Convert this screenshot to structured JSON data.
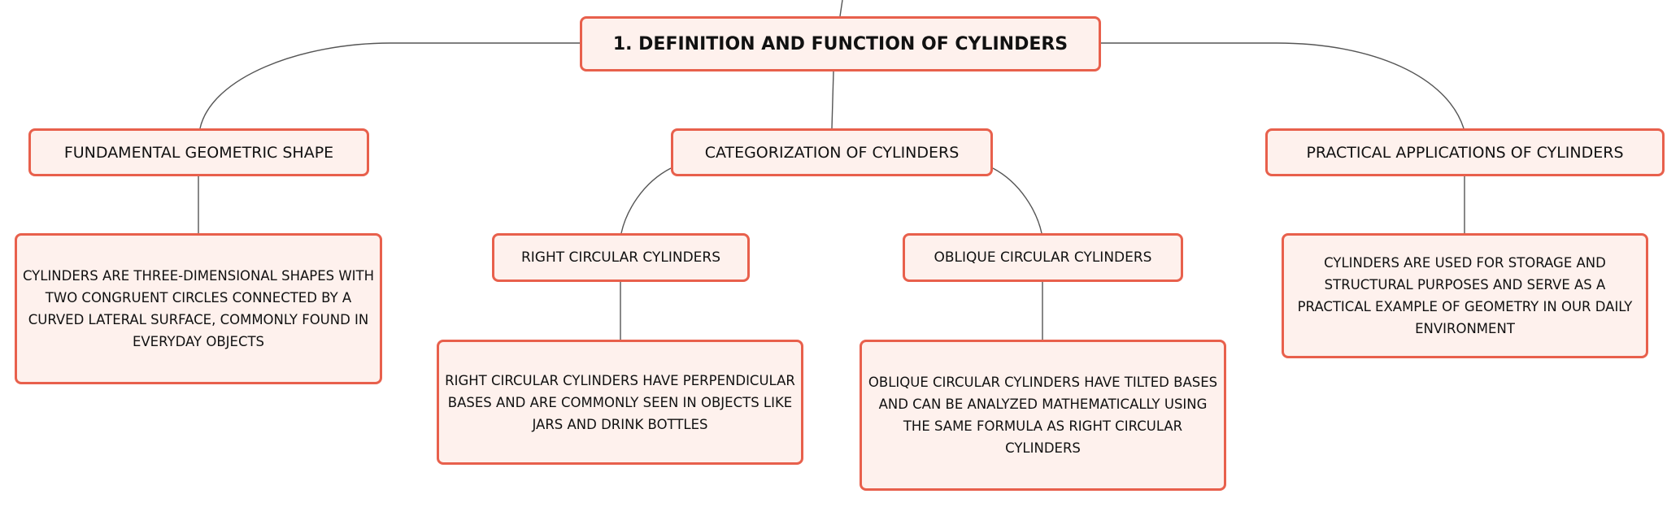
{
  "colors": {
    "node_border": "#e8604c",
    "node_fill": "#fef1ed",
    "connector": "#555555",
    "text": "#111111"
  },
  "root": {
    "label": "1. DEFINITION AND FUNCTION OF CYLINDERS"
  },
  "branches": {
    "fundamental": {
      "label": "FUNDAMENTAL GEOMETRIC SHAPE",
      "detail": "CYLINDERS ARE THREE-DIMENSIONAL SHAPES WITH TWO CONGRUENT CIRCLES CONNECTED BY A CURVED LATERAL SURFACE, COMMONLY FOUND IN EVERYDAY OBJECTS"
    },
    "categorization": {
      "label": "CATEGORIZATION OF CYLINDERS",
      "right": {
        "label": "RIGHT CIRCULAR CYLINDERS",
        "detail": "RIGHT CIRCULAR CYLINDERS HAVE PERPENDICULAR BASES AND ARE COMMONLY SEEN IN OBJECTS LIKE JARS AND DRINK BOTTLES"
      },
      "oblique": {
        "label": "OBLIQUE CIRCULAR CYLINDERS",
        "detail": "OBLIQUE CIRCULAR CYLINDERS HAVE TILTED BASES AND CAN BE ANALYZED MATHEMATICALLY USING THE SAME FORMULA AS RIGHT CIRCULAR CYLINDERS"
      }
    },
    "practical": {
      "label": "PRACTICAL APPLICATIONS OF CYLINDERS",
      "detail": "CYLINDERS ARE USED FOR STORAGE AND STRUCTURAL PURPOSES AND SERVE AS A PRACTICAL EXAMPLE OF GEOMETRY IN OUR DAILY ENVIRONMENT"
    }
  }
}
